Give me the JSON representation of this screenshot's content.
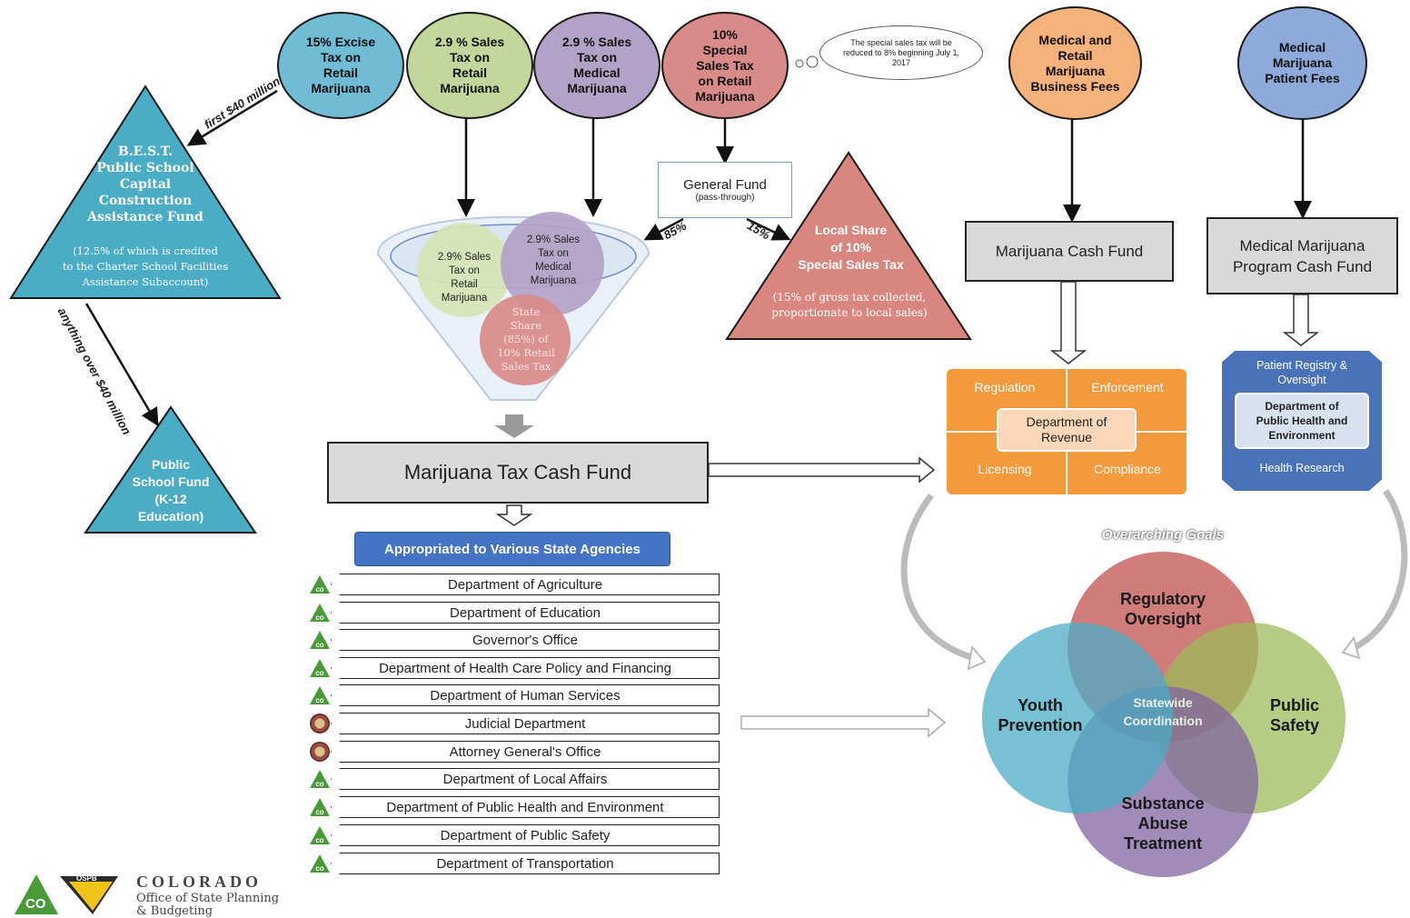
{
  "sources": {
    "excise": "15% Excise\nTax on\nRetail\nMarijuana",
    "sales_retail": "2.9 % Sales\nTax on\nRetail\nMarijuana",
    "sales_medical": "2.9 % Sales\nTax on\nMedical\nMarijuana",
    "special": "10%\nSpecial\nSales Tax\non Retail\nMarijuana",
    "business_fees": "Medical and\nRetail\nMarijuana\nBusiness Fees",
    "patient_fees": "Medical\nMarijuana\nPatient Fees"
  },
  "thought_bubble": "The special sales tax will be reduced to 8% beginning July 1, 2017",
  "best": {
    "title": "B.E.S.T.\nPublic School\nCapital\nConstruction\nAssistance Fund",
    "note": "(12.5% of which is credited\nto the Charter School Facilities\nAssistance Subaccount)",
    "arrow_label": "first $40 million",
    "overflow_label": "anything over $40 million"
  },
  "public_school": "Public\nSchool Fund\n(K-12\nEducation)",
  "general_fund": {
    "title": "General Fund",
    "sub": "(pass-through)"
  },
  "split": {
    "state_pct": "85%",
    "local_pct": "15%"
  },
  "local_share": {
    "title": "Local Share\nof 10%\nSpecial Sales Tax",
    "note": "(15% of gross tax collected,\nproportionate to local sales)"
  },
  "funnel": {
    "retail": "2.9% Sales\nTax on\nRetail\nMarijuana",
    "medical": "2.9% Sales\nTax on\nMedical\nMarijuana",
    "state_share": "State\nShare\n(85%) of\n10% Retail\nSales Tax"
  },
  "mtcf": "Marijuana Tax Cash Fund",
  "appropriated": "Appropriated to Various State Agencies",
  "agencies": [
    {
      "name": "Department of Agriculture",
      "icon": "co"
    },
    {
      "name": "Department of Education",
      "icon": "co"
    },
    {
      "name": "Governor's Office",
      "icon": "co"
    },
    {
      "name": "Department of Health Care Policy and Financing",
      "icon": "co"
    },
    {
      "name": "Department of Human Services",
      "icon": "co"
    },
    {
      "name": "Judicial Department",
      "icon": "seal"
    },
    {
      "name": "Attorney General's Office",
      "icon": "seal"
    },
    {
      "name": "Department of Local Affairs",
      "icon": "co"
    },
    {
      "name": "Department of Public Health and Environment",
      "icon": "co"
    },
    {
      "name": "Department of Public Safety",
      "icon": "co"
    },
    {
      "name": "Department of Transportation",
      "icon": "co"
    }
  ],
  "marijuana_cash_fund": "Marijuana Cash Fund",
  "medical_program_fund": "Medical Marijuana\nProgram Cash Fund",
  "revenue": {
    "center": "Department of\nRevenue",
    "tl": "Regulation",
    "tr": "Enforcement",
    "bl": "Licensing",
    "br": "Compliance"
  },
  "cdphe": {
    "top": "Patient Registry &\nOversight",
    "center": "Department of\nPublic Health and\nEnvironment",
    "bottom": "Health Research"
  },
  "goals": {
    "title": "Overarching Goals",
    "regulatory": "Regulatory\nOversight",
    "youth": "Youth\nPrevention",
    "safety": "Public\nSafety",
    "substance": "Substance\nAbuse\nTreatment",
    "center": "Statewide\nCoordination"
  },
  "logo": {
    "badge": "OSPB",
    "state": "COLORADO",
    "office": "Office of State Planning\n& Budgeting"
  },
  "colors": {
    "blue_circle": "#6fbcd4",
    "green_circle": "#c3d69b",
    "purple_circle": "#b3a2c7",
    "red_circle": "#d88b88",
    "orange_circle": "#f5b27a",
    "periwinkle_circle": "#8eaadb",
    "triangle_blue": "#4bacc6",
    "triangle_red": "#d98580",
    "orange_block": "#f39a3c",
    "cdphe_blue": "#4a72b8",
    "button_blue": "#4472c4"
  }
}
